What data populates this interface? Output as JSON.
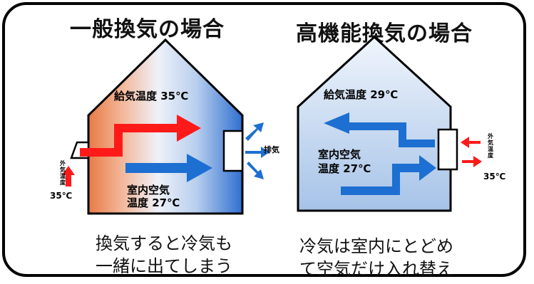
{
  "left_panel": {
    "title": "一般換気の場合",
    "supply_label": "給気温度 35℃",
    "room_label_line1": "室内空気",
    "room_label_line2": "温度 27℃",
    "exhaust_label": "排気",
    "outside_label_chars": [
      "外",
      "気",
      "温",
      "度"
    ],
    "outside_temp": "35℃",
    "caption_line1": "換気すると冷気も",
    "caption_line2": "一緒に出てしまう"
  },
  "right_panel": {
    "title": "高機能換気の場合",
    "supply_label": "給気温度 29℃",
    "room_label_line1": "室内空気",
    "room_label_line2": "温度 27℃",
    "outside_label_chars": [
      "外",
      "気",
      "温",
      "度"
    ],
    "outside_temp": "35℃",
    "caption_line1": "冷気は室内にとどめ",
    "caption_line2": "て空気だけ入れ替え"
  },
  "colors": {
    "warm": "#ff1a1a",
    "cool": "#1d6fd1",
    "house_warm_start": "#e8824f",
    "house_cool": "#b7d2ee",
    "house_right": "#a9c8ea"
  }
}
